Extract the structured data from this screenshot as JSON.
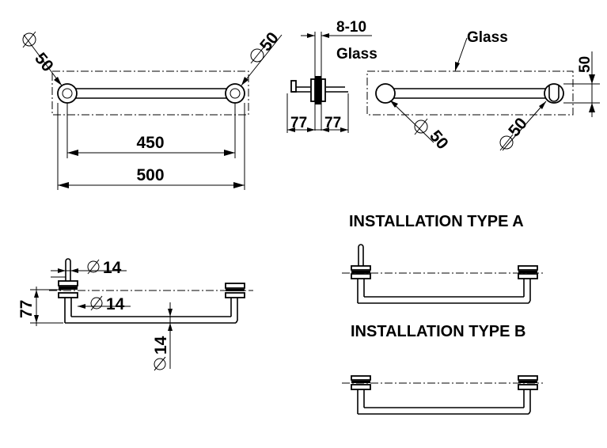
{
  "labels": {
    "dia50_tl": "50",
    "dia50_tr": "50",
    "dim_450": "450",
    "dim_500": "500",
    "dim_8_10": "8-10",
    "glass_mid": "Glass",
    "dim_77_left": "77",
    "dim_77_right": "77",
    "glass_right": "Glass",
    "dim_50_vertical": "50",
    "dia50_br1": "50",
    "dia50_br2": "50",
    "dia14_top": "14",
    "dia14_mid": "14",
    "dim_77_vertical": "77",
    "dia14_vertical": "14"
  },
  "headings": {
    "type_a": "INSTALLATION TYPE A",
    "type_b": "INSTALLATION TYPE B"
  }
}
